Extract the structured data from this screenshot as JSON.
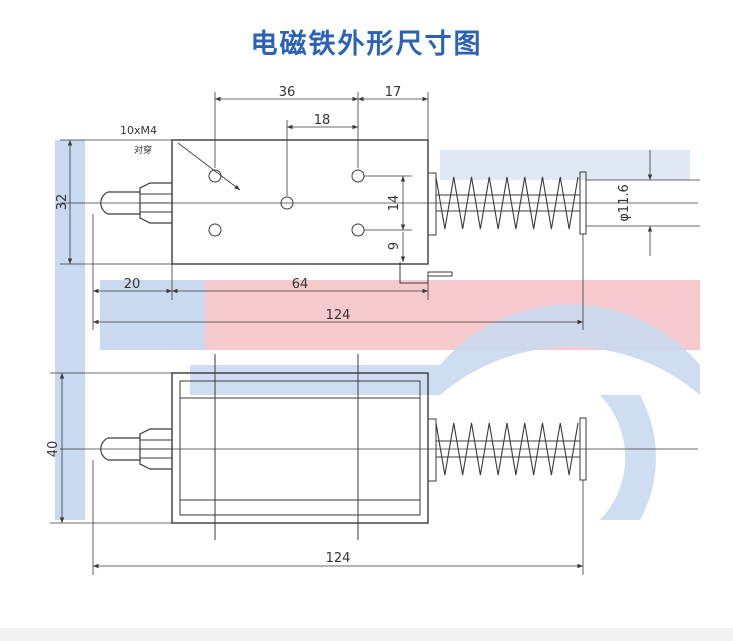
{
  "title": "电磁铁外形尺寸图",
  "colors": {
    "title": "#2b62b8",
    "watermark_blue": "#c9d9ef",
    "watermark_pink": "#f6c9cd",
    "line": "#3a3a3a",
    "bottom_bar": "#f2f2f2"
  },
  "front_view": {
    "thread_label": "10xM4",
    "thread_note": "对穿",
    "dims": {
      "d36": "36",
      "d17": "17",
      "d18": "18",
      "d32": "32",
      "d14": "14",
      "d9": "9",
      "d20": "20",
      "d64": "64",
      "d124": "124",
      "d_phi": "φ11.6"
    }
  },
  "top_view": {
    "dims": {
      "d40": "40",
      "d124": "124"
    }
  }
}
